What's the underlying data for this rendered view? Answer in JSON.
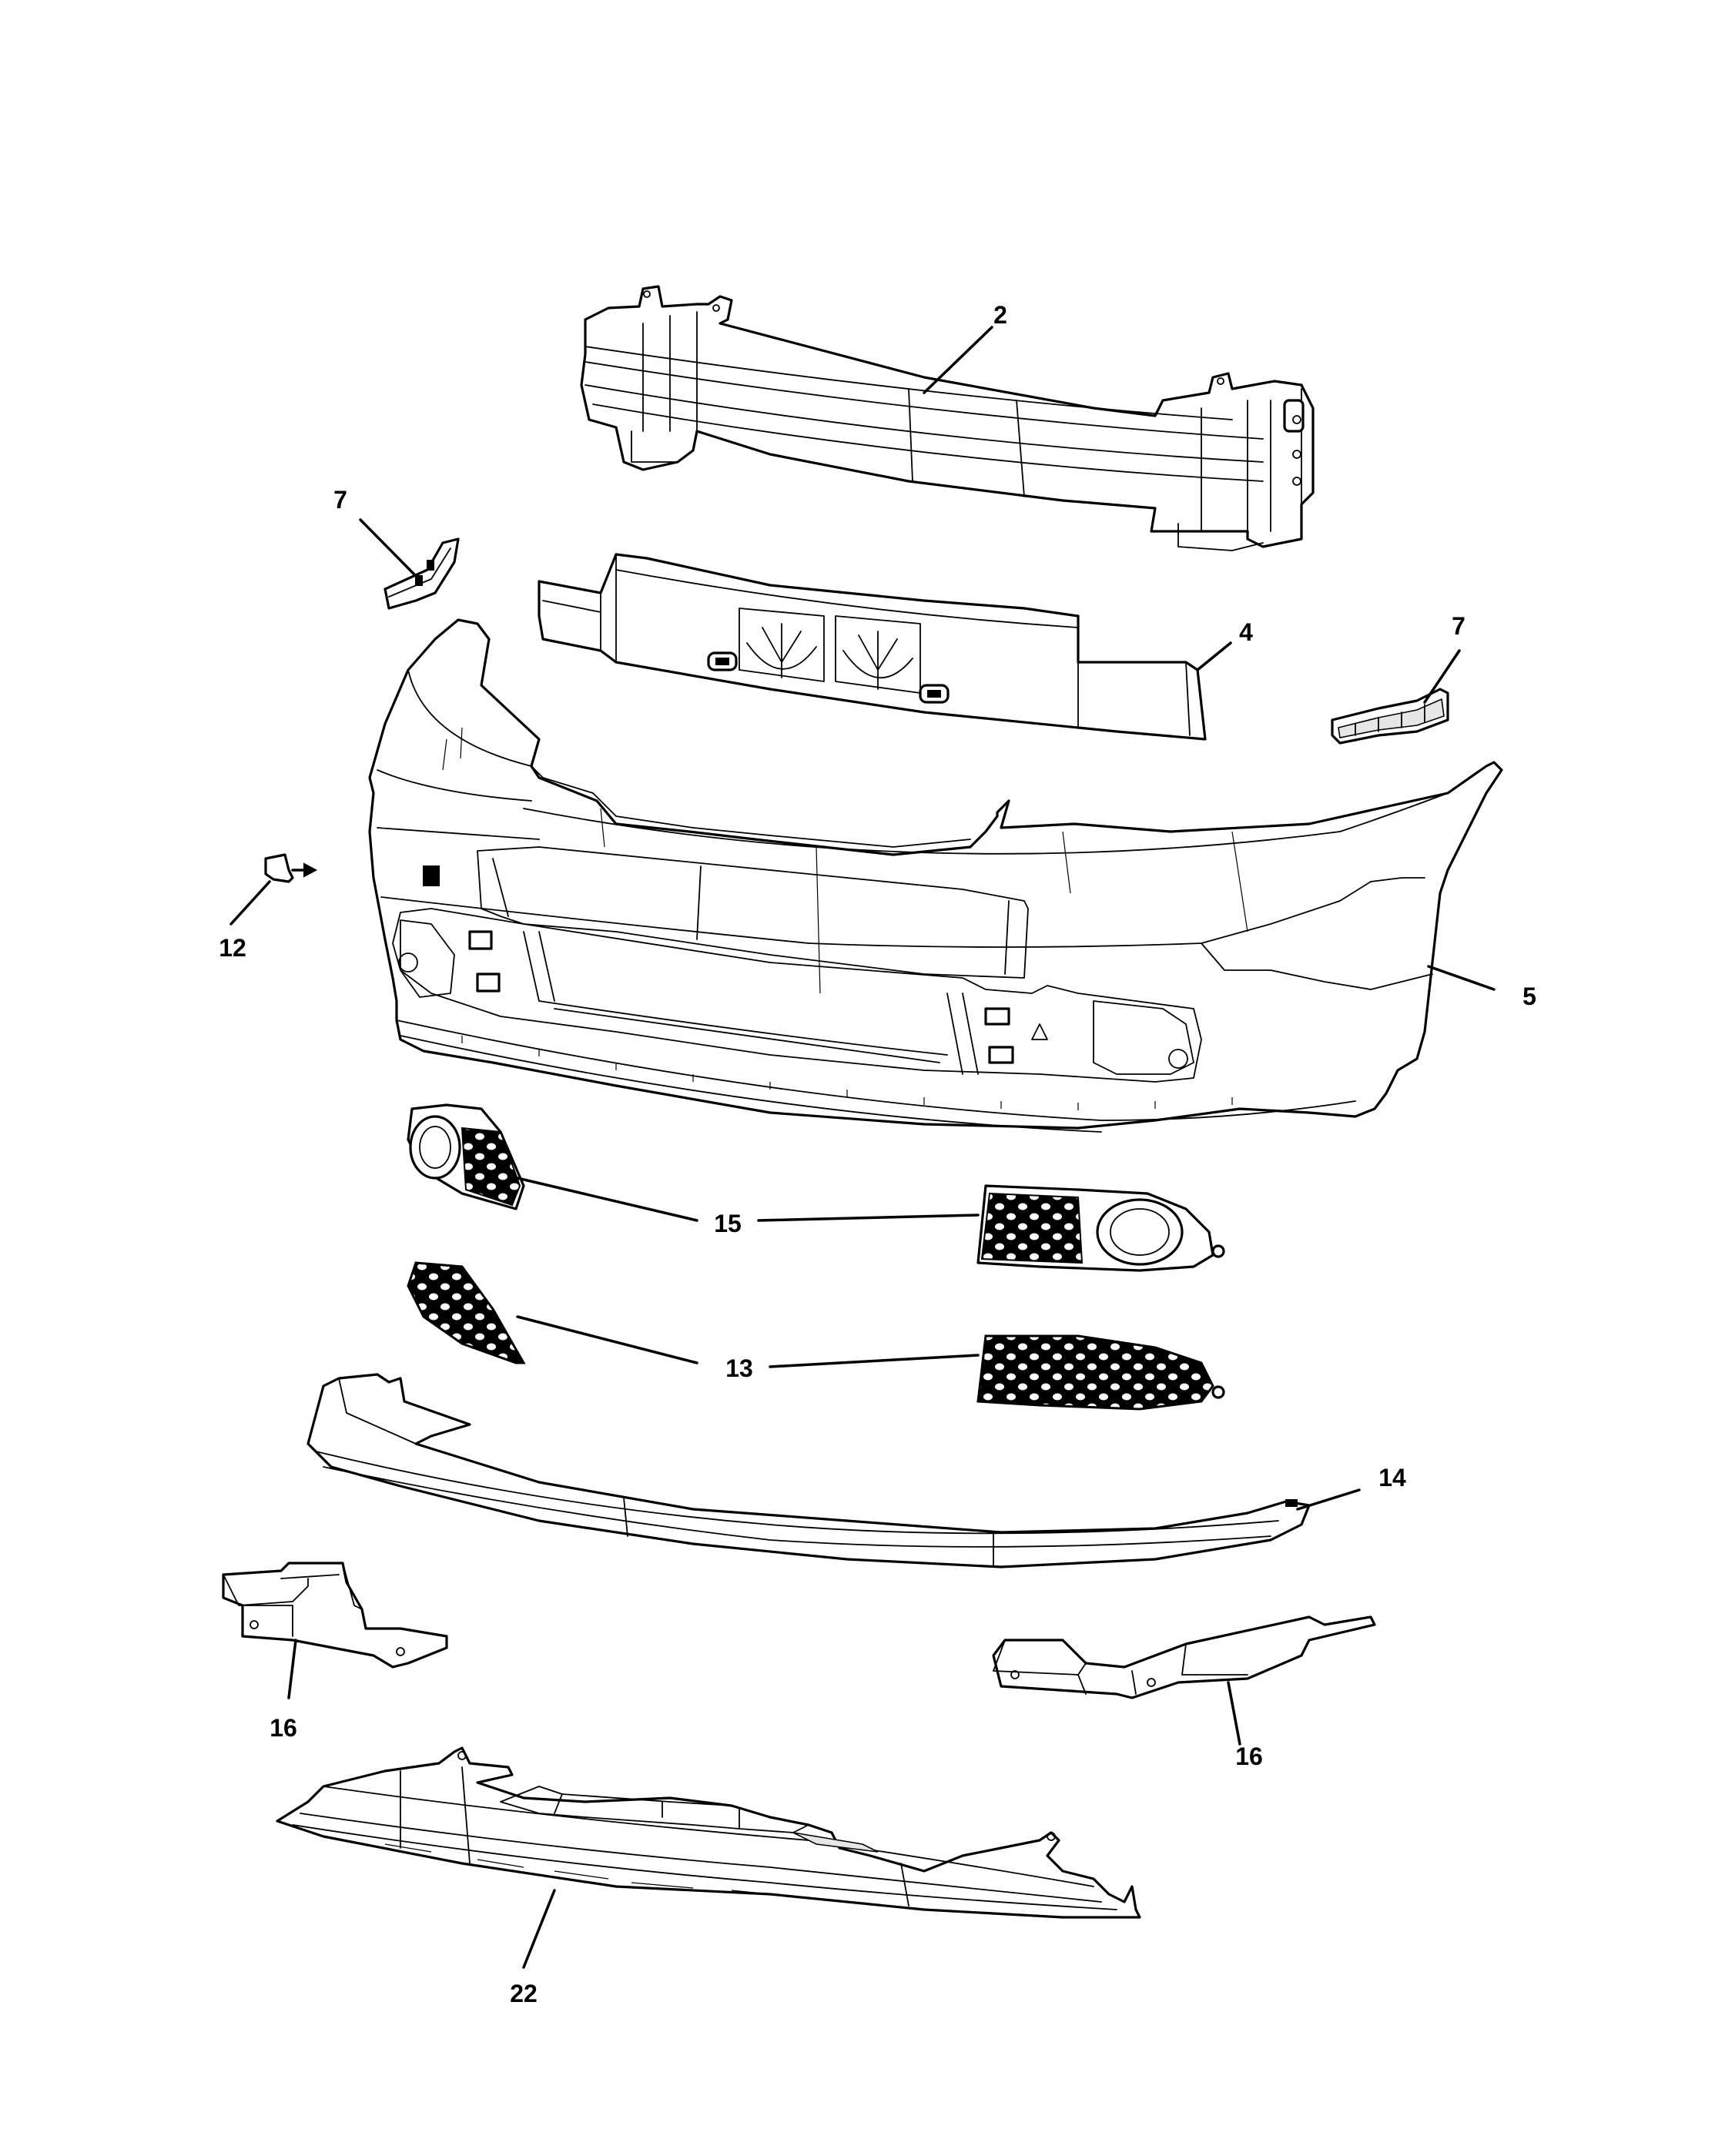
{
  "colors": {
    "line": "#000000",
    "background": "#ffffff",
    "shade": "#e6e6e6"
  },
  "callouts": [
    {
      "id": "2",
      "label": "2",
      "part": "reinforcement-beam"
    },
    {
      "id": "4",
      "label": "4",
      "part": "energy-absorber"
    },
    {
      "id": "7a",
      "label": "7",
      "part": "fascia-bracket-left"
    },
    {
      "id": "7b",
      "label": "7",
      "part": "fascia-bracket-right"
    },
    {
      "id": "12",
      "label": "12",
      "part": "tow-hook-cover"
    },
    {
      "id": "5",
      "label": "5",
      "part": "front-fascia"
    },
    {
      "id": "15",
      "label": "15",
      "part": "fog-lamp-bezels"
    },
    {
      "id": "13",
      "label": "13",
      "part": "lower-grilles"
    },
    {
      "id": "14",
      "label": "14",
      "part": "lower-spoiler"
    },
    {
      "id": "16a",
      "label": "16",
      "part": "air-deflector-left"
    },
    {
      "id": "16b",
      "label": "16",
      "part": "air-deflector-right"
    },
    {
      "id": "22",
      "label": "22",
      "part": "belly-pan"
    }
  ]
}
